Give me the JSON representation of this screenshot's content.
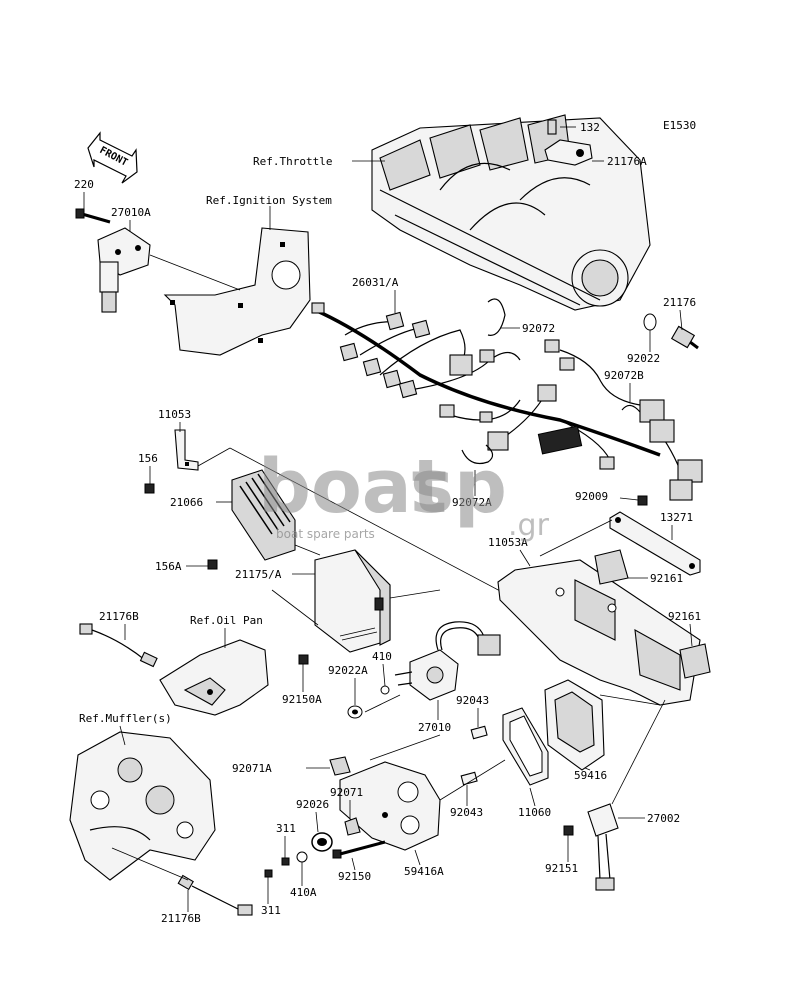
{
  "diagram": {
    "code": "E1530",
    "front_label": "FRONT",
    "refs": {
      "throttle": "Ref.Throttle",
      "ignition": "Ref.Ignition System",
      "oil_pan": "Ref.Oil Pan",
      "muffler": "Ref.Muffler(s)"
    },
    "parts": {
      "p132": "132",
      "p21176A": "21176A",
      "p220": "220",
      "p27010A": "27010A",
      "p26031A": "26031/A",
      "p92072": "92072",
      "p21176": "21176",
      "p92022": "92022",
      "p92072B": "92072B",
      "p11053": "11053",
      "p156": "156",
      "p21066": "21066",
      "p156A": "156A",
      "p92072A": "92072A",
      "p92009": "92009",
      "p13271": "13271",
      "p11053A": "11053A",
      "p92161a": "92161",
      "p21175A": "21175/A",
      "p92161b": "92161",
      "p21176B_top": "21176B",
      "p410": "410",
      "p92022A": "92022A",
      "p92150A": "92150A",
      "p27010": "27010",
      "p92043a": "92043",
      "p59416": "59416",
      "p92071A": "92071A",
      "p92071": "92071",
      "p92026": "92026",
      "p92043b": "92043",
      "p11060": "11060",
      "p27002": "27002",
      "p311a": "311",
      "p410A": "410A",
      "p92150": "92150",
      "p59416A": "59416A",
      "p92151": "92151",
      "p311b": "311",
      "p21176B_bot": "21176B"
    }
  },
  "watermark": {
    "brand_a": "boat",
    "brand_b": "sp",
    "tld": ".gr",
    "tagline": "boat spare parts"
  }
}
